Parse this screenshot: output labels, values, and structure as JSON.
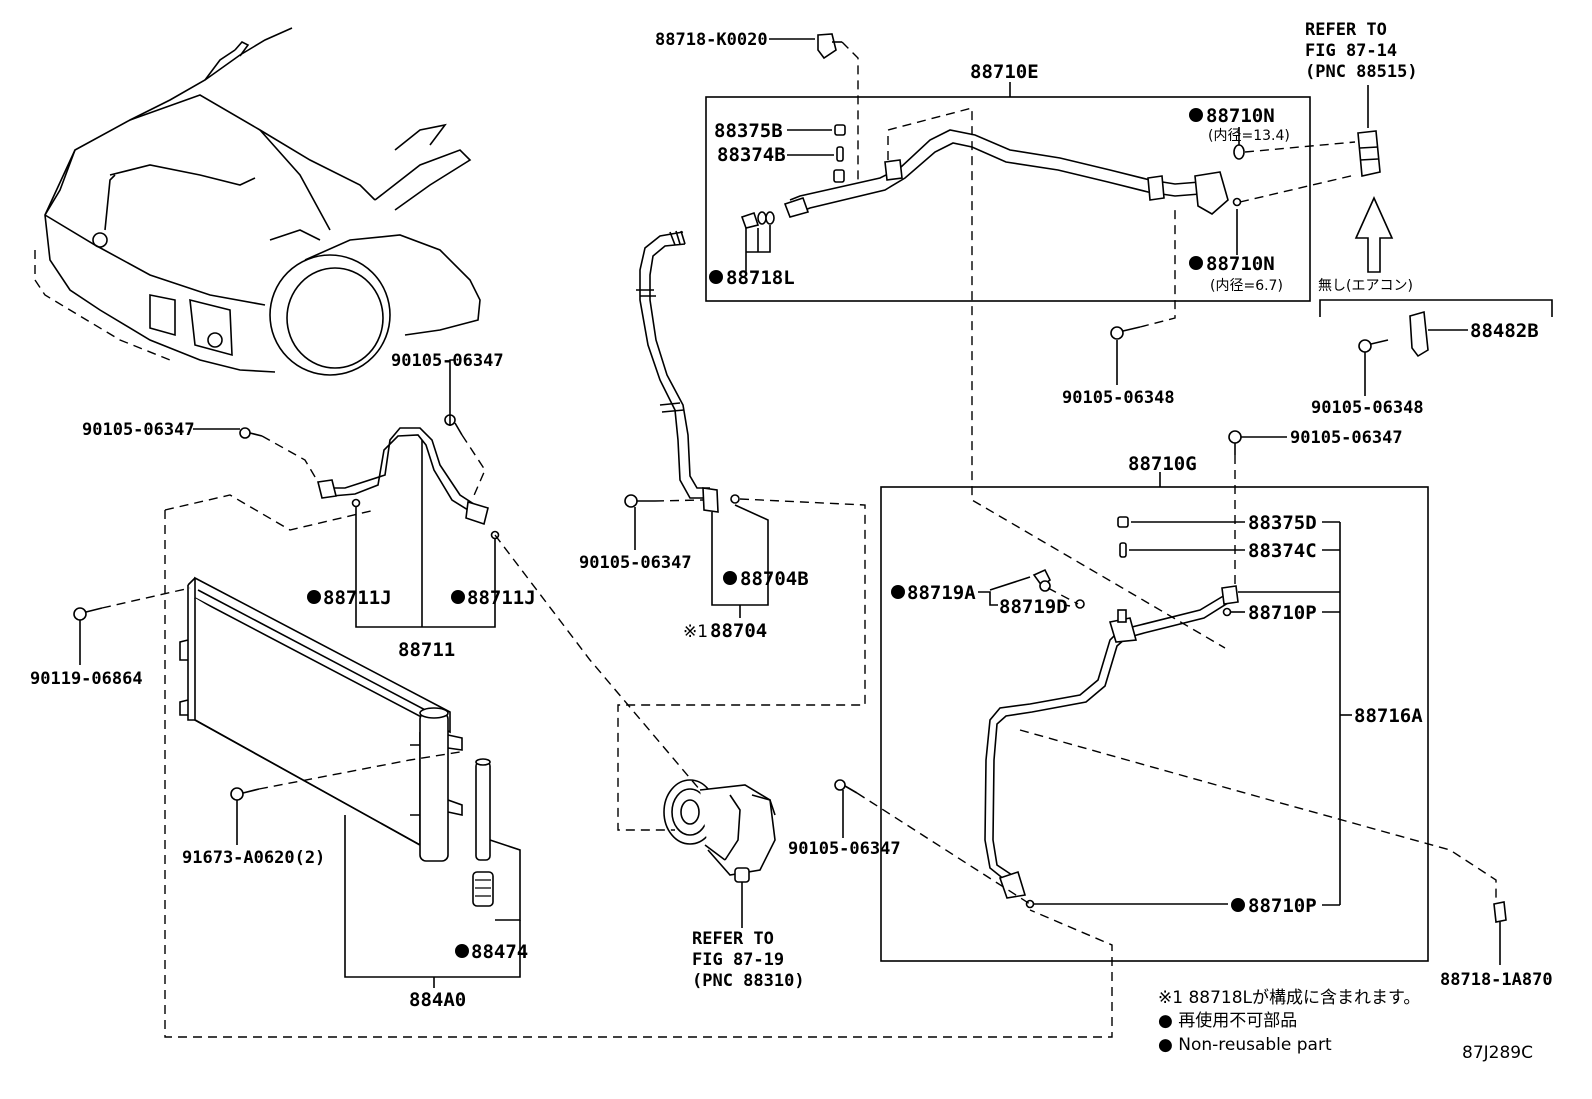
{
  "labels": {
    "p88718_k0020": "88718-K0020",
    "p88710e": "88710E",
    "refer_a_1": "REFER TO",
    "refer_a_2": "FIG 87-14",
    "refer_a_3": "(PNC 88515)",
    "p88375b": "88375B",
    "p88374b": "88374B",
    "p88710n_top": "88710N",
    "p88710n_top_spec": "(内径=13.4)",
    "p88710n_bot": "88710N",
    "p88710n_bot_spec": "(内径=6.7)",
    "p88718l": "88718L",
    "no_ac": "無し(エアコン)",
    "p88482b": "88482B",
    "b90105_06348_a": "90105-06348",
    "b90105_06348_b": "90105-06348",
    "b90105_06347_top": "90105-06347",
    "b90105_06347_left": "90105-06347",
    "b90105_06347_mid": "90105-06347",
    "b90105_06347_right": "90105-06347",
    "b90105_06347_comp": "90105-06347",
    "p88710g": "88710G",
    "p88375d": "88375D",
    "p88374c": "88374C",
    "p88719a": "88719A",
    "p88719d": "88719D",
    "p88710p_top": "88710P",
    "p88716a": "88716A",
    "p88710p_bot": "88710P",
    "p88704b": "88704B",
    "p88704": "88704",
    "note1_mark": "※1",
    "p88711j_a": "88711J",
    "p88711j_b": "88711J",
    "p88711": "88711",
    "b90119_06864": "90119-06864",
    "b91673": "91673-A0620(2)",
    "p88474": "88474",
    "p884a0": "884A0",
    "refer_b_1": "REFER TO",
    "refer_b_2": "FIG 87-19",
    "refer_b_3": "(PNC 88310)",
    "p88718_1a870": "88718-1A870",
    "footnote_1": "※1 88718Lが構成に含まれます。",
    "footnote_2": "● 再使用不可部品",
    "footnote_3": "● Non-reusable part",
    "fig_code": "87J289C"
  }
}
